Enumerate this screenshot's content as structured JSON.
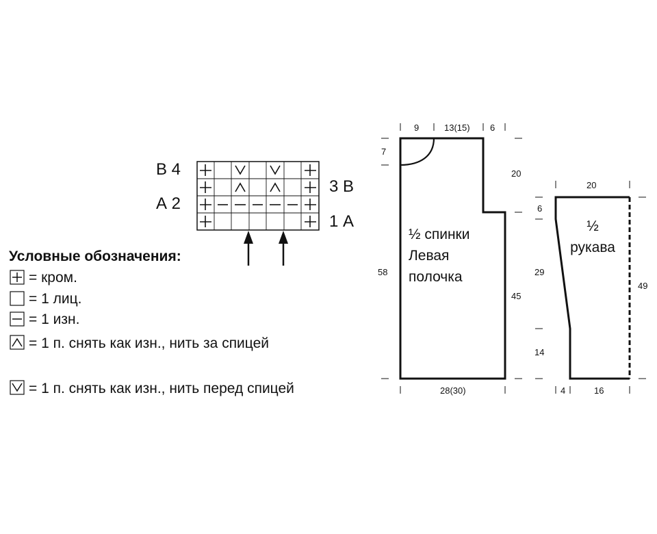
{
  "chart": {
    "row_labels": {
      "b4": "В 4",
      "a2": "А 2",
      "b3": "3 В",
      "a1": "1 А"
    }
  },
  "legend": {
    "title": "Условные обозначения:",
    "items": [
      {
        "icon": "edge-stitch-icon",
        "text": "= кром."
      },
      {
        "icon": "knit-stitch-icon",
        "text": "= 1 лиц."
      },
      {
        "icon": "purl-stitch-icon",
        "text": "= 1 изн."
      },
      {
        "icon": "slip-behind-icon",
        "text": "= 1 п. снять как изн., нить за спицей"
      },
      {
        "icon": "slip-front-icon",
        "text": "= 1 п. снять как изн., нить перед спицей"
      }
    ]
  },
  "body_piece": {
    "label_lines": [
      "½ спинки",
      "Левая",
      "полочка"
    ],
    "dims": {
      "top_left": "9",
      "top_mid": "13(15)",
      "top_right": "6",
      "neck_depth": "7",
      "armhole": "20",
      "total_length": "58",
      "side_length": "45",
      "bottom_width": "28(30)"
    }
  },
  "sleeve_piece": {
    "label_lines": [
      "½",
      "рукава"
    ],
    "dims": {
      "top_width": "20",
      "cap": "6",
      "upper": "29",
      "lower": "14",
      "total_length": "49",
      "bottom_offset": "4",
      "bottom_width": "16"
    }
  }
}
